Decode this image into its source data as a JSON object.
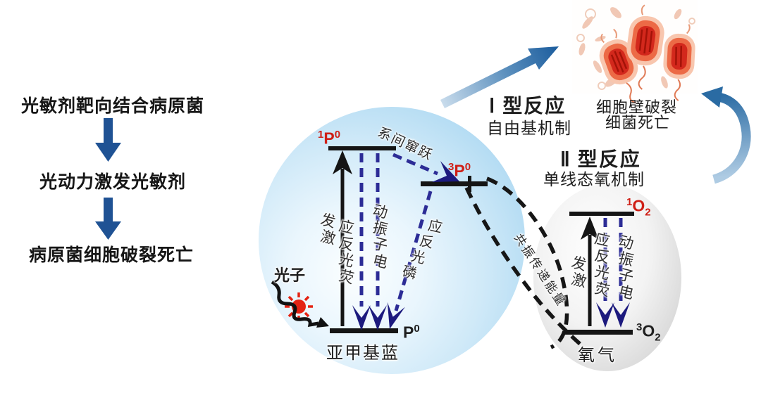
{
  "flow": {
    "step1": "光敏剂靶向结合病原菌",
    "step2": "光动力激发光敏剂",
    "step3": "病原菌细胞破裂死亡"
  },
  "photosensitizer": {
    "molecule": "亚甲基蓝",
    "photon": "光子",
    "excitation": "激发",
    "fluorescence": "荧光反应",
    "vibration": "电子振动",
    "phosphorescence": "磷光反应",
    "intersystem_crossing": "系间窜跃"
  },
  "oxygen": {
    "molecule": "氧气",
    "excitation": "激发",
    "fluorescence": "荧光反应",
    "vibration": "电子振动"
  },
  "transfer": {
    "label": "共振传递能量"
  },
  "states": {
    "ps_singlet": {
      "pre": "1",
      "base": "P",
      "post": "0"
    },
    "ps_triplet": {
      "pre": "3",
      "base": "P",
      "post": "0"
    },
    "ps_ground": {
      "pre": "",
      "base": "P",
      "post": "0"
    },
    "o2_singlet": {
      "pre": "1",
      "base": "O",
      "sub": "2"
    },
    "o2_ground": {
      "pre": "3",
      "base": "O",
      "sub": "2"
    }
  },
  "reactions": {
    "type1_title": "Ⅰ 型反应",
    "type1_mechanism": "自由基机制",
    "type2_title": "Ⅱ 型反应",
    "type2_mechanism": "单线态氧机制",
    "result_line1": "细胞壁破裂",
    "result_line2": "细菌死亡"
  },
  "colors": {
    "flow_arrow_blue": "#1f5294",
    "state_red": "#cf1f16",
    "dashed_navy": "#2c2c96",
    "arrowhead_navy": "#1c1a7e",
    "bubble_blue_edge": "#98cdec",
    "bubble_gray_edge": "#c3c3c3",
    "bacteria_red": "#d3281c",
    "photon_red": "#e42313",
    "black_ink": "#151515"
  }
}
